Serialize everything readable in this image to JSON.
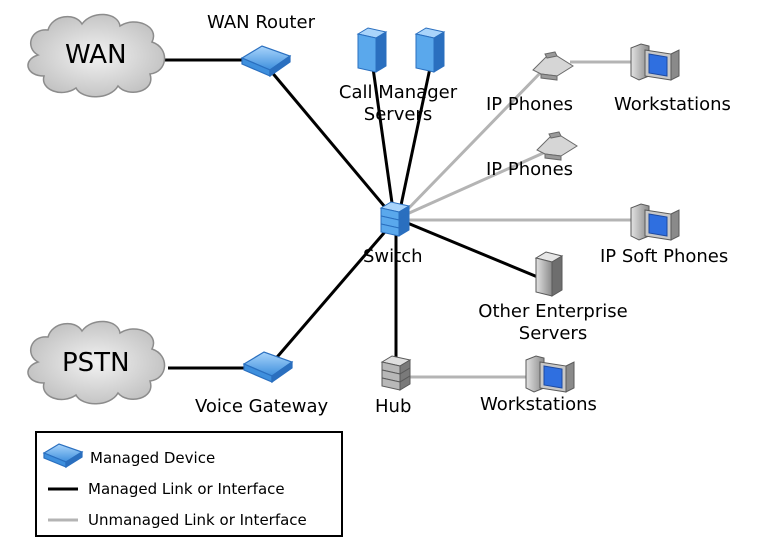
{
  "clouds": {
    "wan": "WAN",
    "pstn": "PSTN"
  },
  "labels": {
    "wan_router": "WAN Router",
    "call_manager_line1": "Call Manager",
    "call_manager_line2": "Servers",
    "ip_phones_1": "IP Phones",
    "workstations_1": "Workstations",
    "ip_phones_2": "IP Phones",
    "switch": "Switch",
    "ip_soft_phones": "IP Soft Phones",
    "other_servers_line1": "Other Enterprise",
    "other_servers_line2": "Servers",
    "voice_gateway": "Voice Gateway",
    "hub": "Hub",
    "workstations_2": "Workstations"
  },
  "legend": {
    "managed_device": "Managed Device",
    "managed_link": "Managed Link or Interface",
    "unmanaged_link": "Unmanaged Link or Interface"
  },
  "colors": {
    "managed_link": "#000000",
    "unmanaged_link": "#b4b4b4",
    "device_blue": "#5aa8ec",
    "device_blue_dark": "#2a6fbf",
    "cloud_fill": "#d0d0d0",
    "cloud_outline": "#8c8c8c"
  }
}
